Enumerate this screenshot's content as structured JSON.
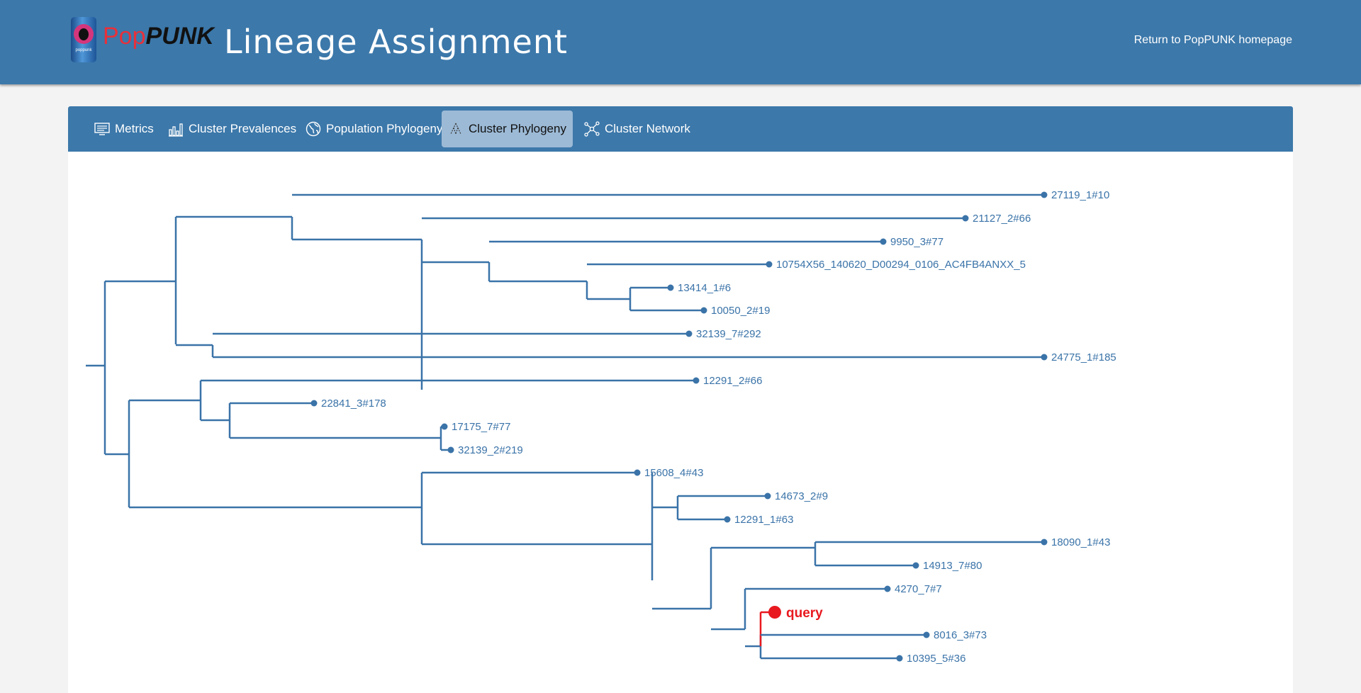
{
  "header": {
    "logo": {
      "pop": "Pop",
      "punk": "PUNK",
      "can_label": "poppunk"
    },
    "title": "Lineage Assignment",
    "home_link": "Return to PopPUNK homepage"
  },
  "tabs": [
    {
      "label": "Metrics",
      "icon": "monitor-icon",
      "active": false
    },
    {
      "label": "Cluster Prevalences",
      "icon": "bar-chart-icon",
      "active": false
    },
    {
      "label": "Population Phylogeny",
      "icon": "globe-icon",
      "active": false
    },
    {
      "label": "Cluster Phylogeny",
      "icon": "tree-icon",
      "active": true
    },
    {
      "label": "Cluster Network",
      "icon": "network-icon",
      "active": false
    }
  ],
  "colors": {
    "header": "#3c78aa",
    "branch": "#3a73a8",
    "query": "#e8191f",
    "active_tab": "#9cbad6",
    "background": "#f3f3f3"
  },
  "tree": {
    "query_label": "query",
    "leaves": [
      "27119_1#10",
      "21127_2#66",
      "9950_3#77",
      "10754X56_140620_D00294_0106_AC4FB4ANXX_5",
      "13414_1#6",
      "10050_2#19",
      "32139_7#292",
      "24775_1#185",
      "12291_2#66",
      "22841_3#178",
      "17175_7#77",
      "32139_2#219",
      "15608_4#43",
      "14673_2#9",
      "12291_1#63",
      "18090_1#43",
      "14913_7#80",
      "4270_7#7",
      "query",
      "8016_3#73",
      "10395_5#36"
    ]
  }
}
